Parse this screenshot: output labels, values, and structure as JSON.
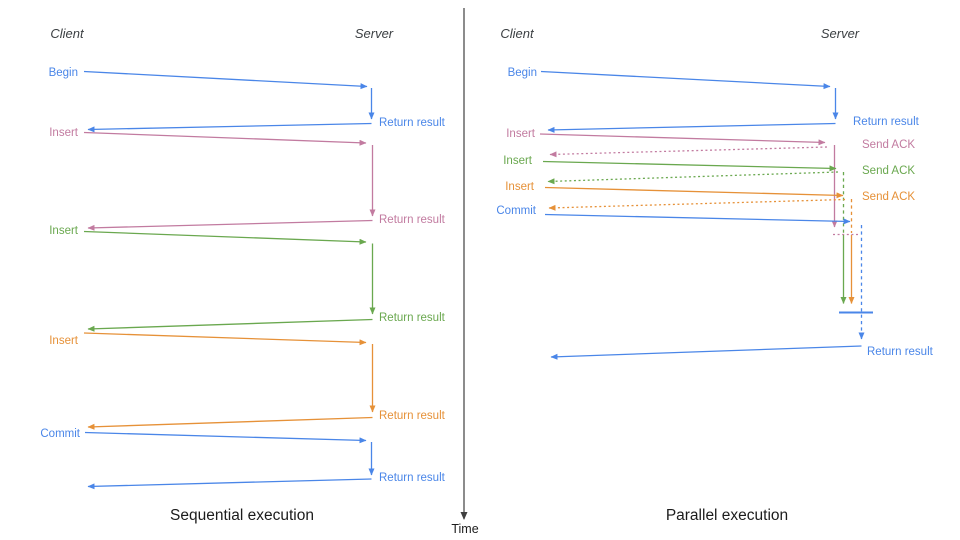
{
  "colors": {
    "blue": "#4a86e8",
    "pink": "#c27ba0",
    "green": "#6aa84f",
    "orange": "#e69138",
    "axis": "#3f3f3f",
    "heading": "#3c4043",
    "caption": "#1c1c1c"
  },
  "time_axis": {
    "label": "Time"
  },
  "sequential": {
    "caption": "Sequential execution",
    "client": "Client",
    "server": "Server",
    "steps": [
      {
        "request": "Begin",
        "reply": "Return result",
        "color": "blue"
      },
      {
        "request": "Insert",
        "reply": "Return result",
        "color": "pink"
      },
      {
        "request": "Insert",
        "reply": "Return result",
        "color": "green"
      },
      {
        "request": "Insert",
        "reply": "Return result",
        "color": "orange"
      },
      {
        "request": "Commit",
        "reply": "Return result",
        "color": "blue"
      }
    ]
  },
  "parallel": {
    "caption": "Parallel execution",
    "client": "Client",
    "server": "Server",
    "steps": [
      {
        "request": "Begin",
        "reply": "Return result",
        "color": "blue"
      },
      {
        "request": "Insert",
        "ack": "Send ACK",
        "color": "pink"
      },
      {
        "request": "Insert",
        "ack": "Send ACK",
        "color": "green"
      },
      {
        "request": "Insert",
        "ack": "Send ACK",
        "color": "orange"
      },
      {
        "request": "Commit",
        "color": "blue"
      }
    ],
    "final_reply": "Return result"
  }
}
